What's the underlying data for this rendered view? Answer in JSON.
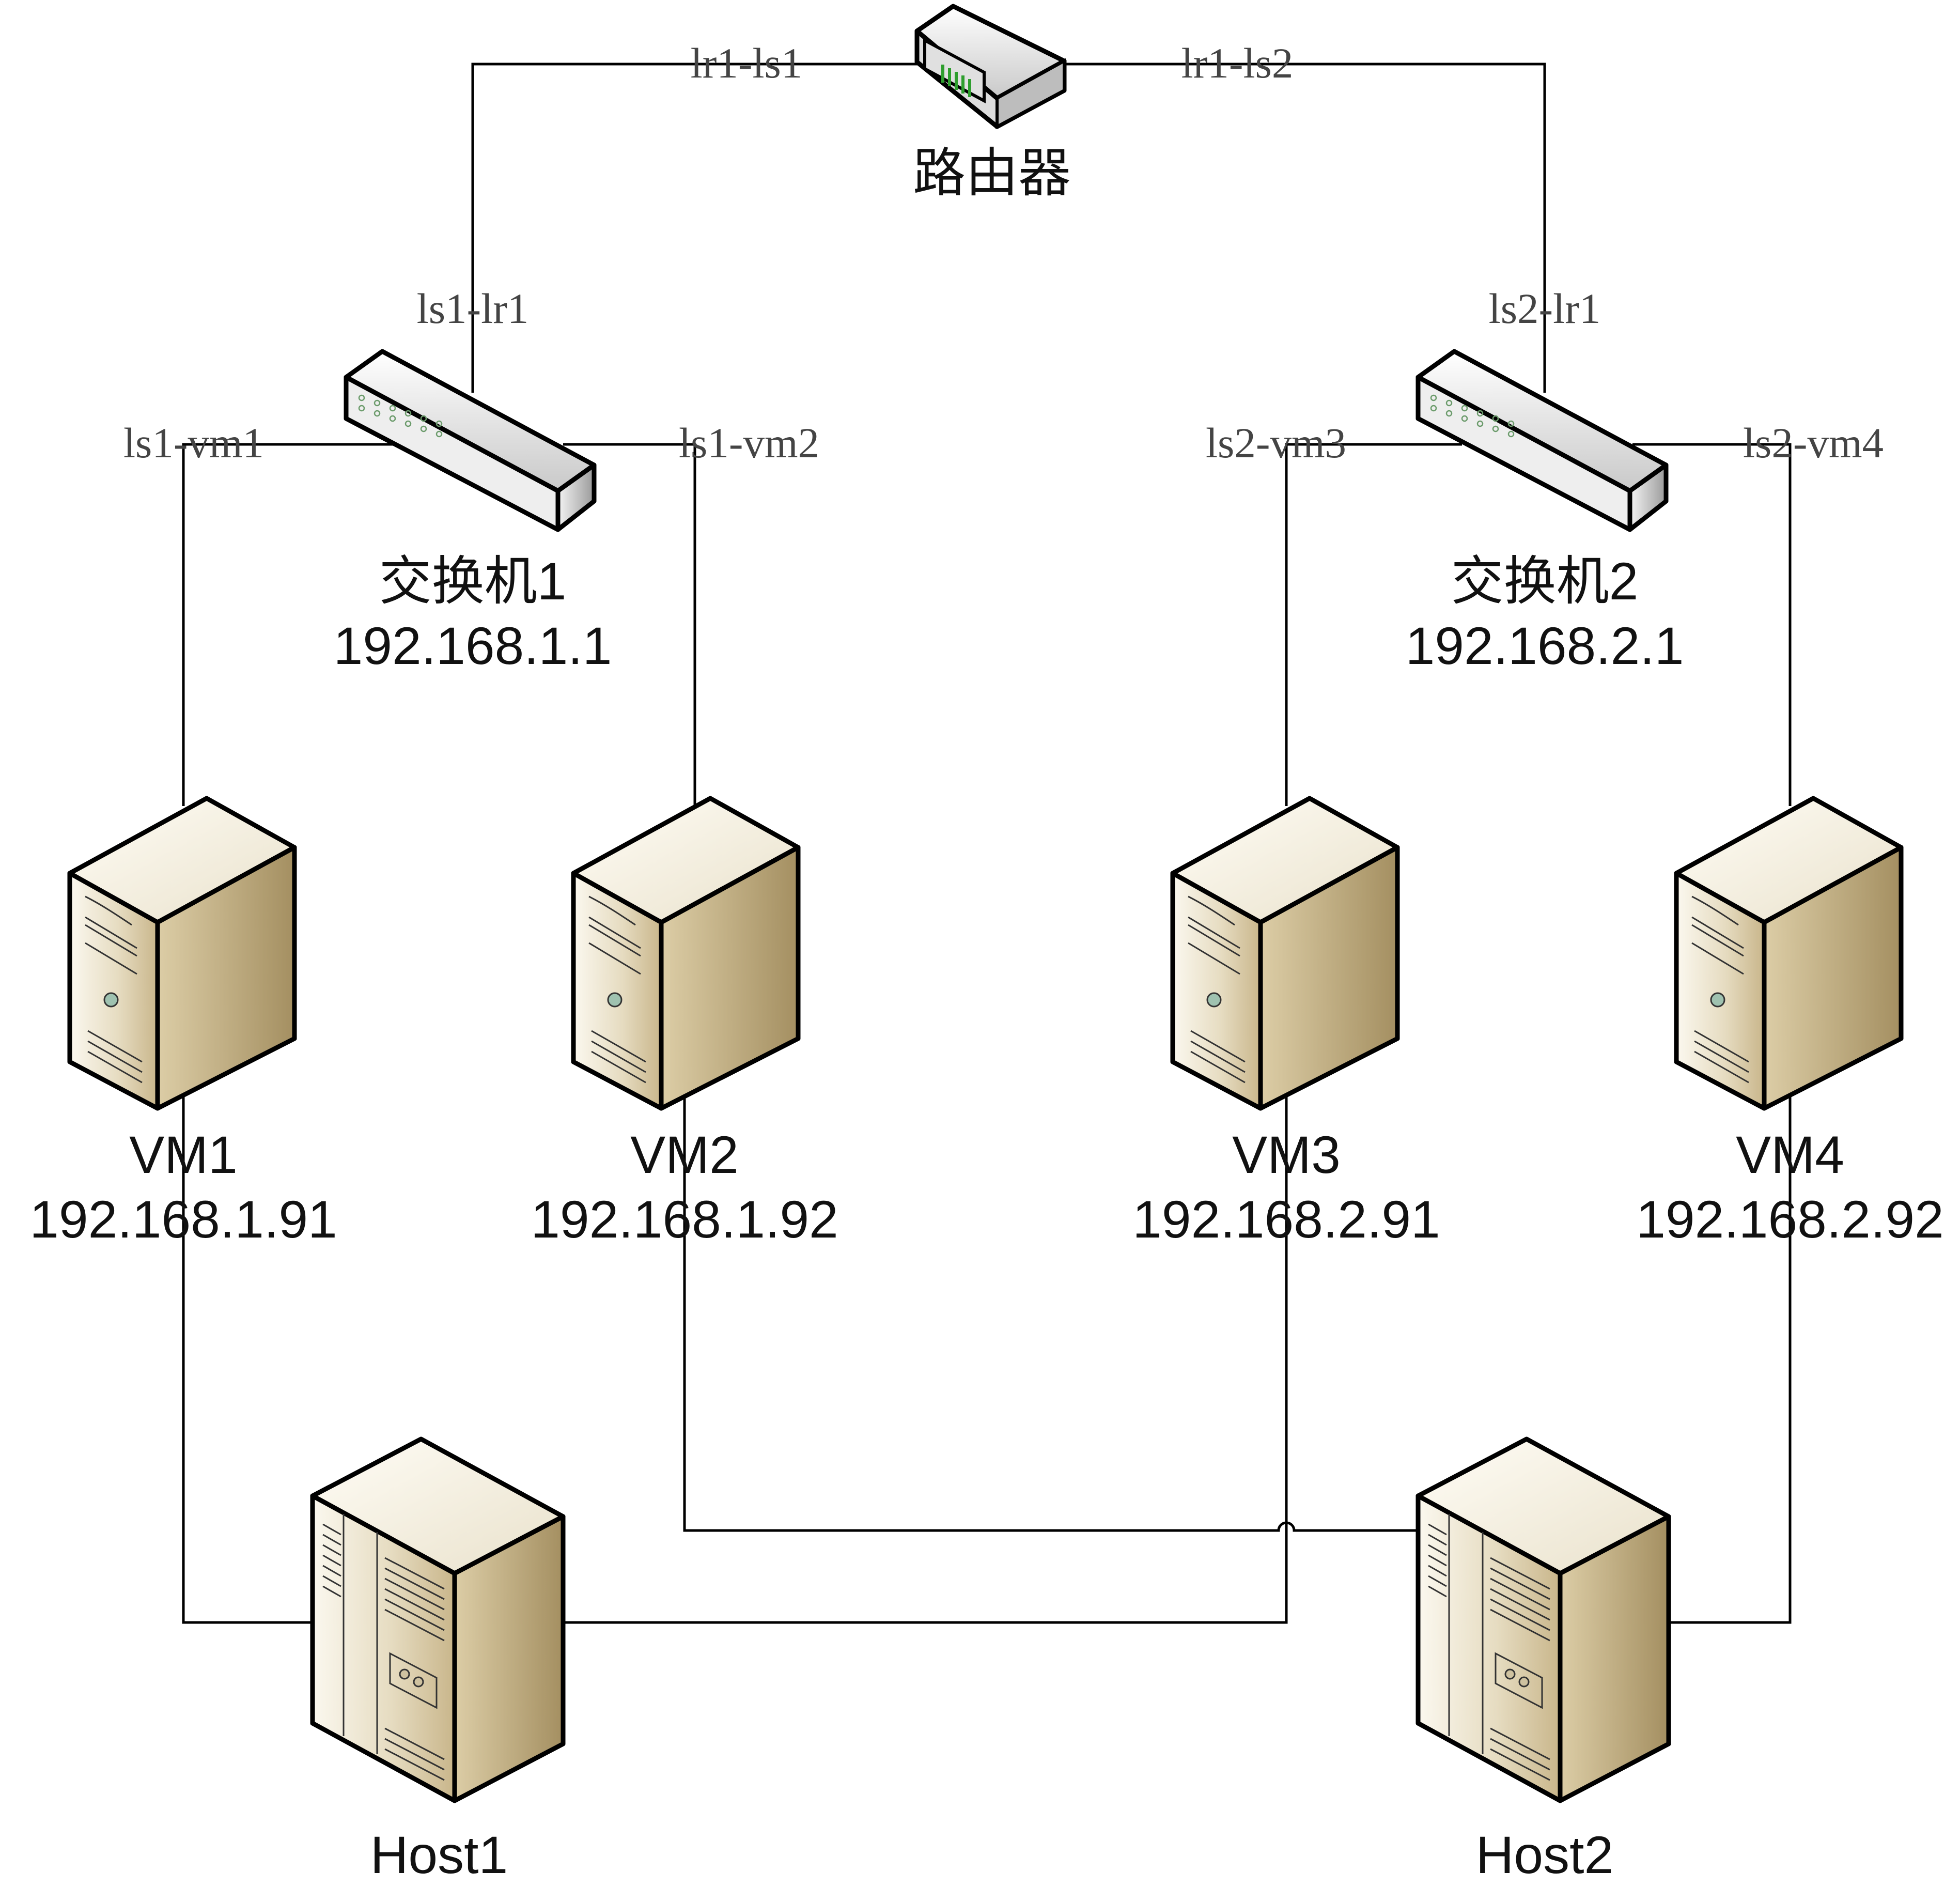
{
  "router": {
    "label": "路由器",
    "ports": {
      "to_ls1": "lr1-ls1",
      "to_ls2": "lr1-ls2"
    }
  },
  "switches": [
    {
      "name": "交换机1",
      "ip": "192.168.1.1",
      "uplink_port": "ls1-lr1",
      "ports": [
        "ls1-vm1",
        "ls1-vm2"
      ]
    },
    {
      "name": "交换机2",
      "ip": "192.168.2.1",
      "uplink_port": "ls2-lr1",
      "ports": [
        "ls2-vm3",
        "ls2-vm4"
      ]
    }
  ],
  "vms": [
    {
      "name": "VM1",
      "ip": "192.168.1.91"
    },
    {
      "name": "VM2",
      "ip": "192.168.1.92"
    },
    {
      "name": "VM3",
      "ip": "192.168.2.91"
    },
    {
      "name": "VM4",
      "ip": "192.168.2.92"
    }
  ],
  "hosts": [
    {
      "name": "Host1"
    },
    {
      "name": "Host2"
    }
  ],
  "colors": {
    "line": "#000000",
    "device_body": "#e3d6b8",
    "device_shade": "#b9a57c",
    "switch_body": "#e8e8e8",
    "router_led": "#2e9e2e"
  }
}
